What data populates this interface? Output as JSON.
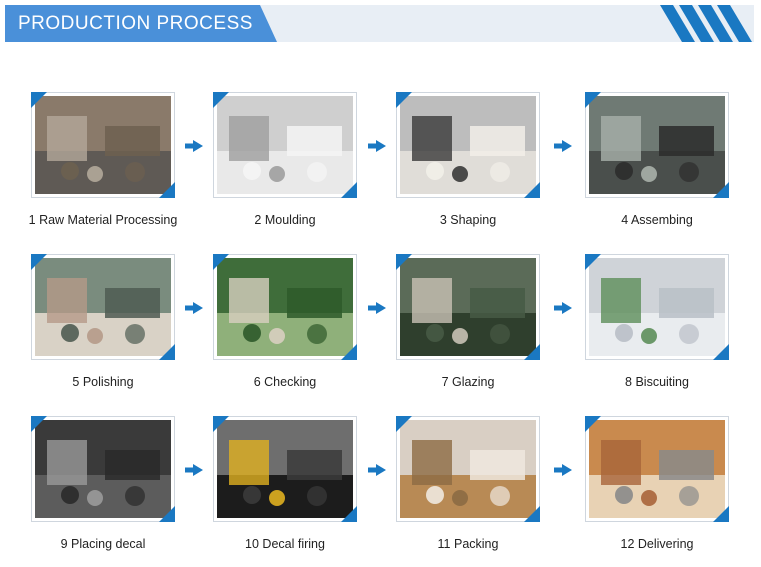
{
  "header": {
    "title": "PRODUCTION PROCESS"
  },
  "colors": {
    "accent": "#1a78c2",
    "header_bg": "#4a90d9"
  },
  "steps": [
    {
      "label": "1 Raw Material Processing",
      "scene": "factory"
    },
    {
      "label": "2 Moulding",
      "scene": "moulds"
    },
    {
      "label": "3 Shaping",
      "scene": "shaping"
    },
    {
      "label": "4 Assembing",
      "scene": "assembling"
    },
    {
      "label": "5 Polishing",
      "scene": "polishing"
    },
    {
      "label": "6 Checking",
      "scene": "checking"
    },
    {
      "label": "7 Glazing",
      "scene": "glazing"
    },
    {
      "label": "8 Biscuiting",
      "scene": "biscuiting"
    },
    {
      "label": "9 Placing decal",
      "scene": "decal"
    },
    {
      "label": "10 Decal firing",
      "scene": "firing"
    },
    {
      "label": "11 Packing",
      "scene": "packing"
    },
    {
      "label": "12 Delivering",
      "scene": "container"
    }
  ]
}
